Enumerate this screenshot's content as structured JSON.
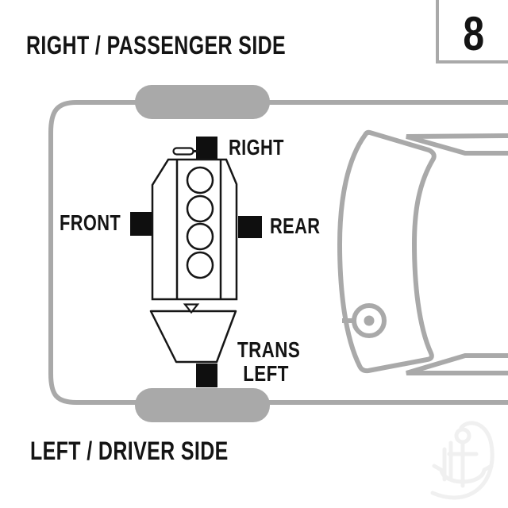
{
  "page": {
    "number": "8",
    "top_title": "RIGHT / PASSENGER SIDE",
    "bottom_title": "LEFT / DRIVER SIDE"
  },
  "diagram": {
    "type": "engine-mount-location-top-view",
    "labels": {
      "right": "RIGHT",
      "front": "FRONT",
      "rear": "REAR",
      "trans_line1": "TRANS",
      "trans_line2": "LEFT"
    },
    "mounts": [
      "right",
      "front",
      "rear",
      "trans-left"
    ],
    "engine_cylinders": 4
  },
  "icons": {
    "watermark": "anchor-logo"
  },
  "colors": {
    "car_outline_gray": "#a9a9a9",
    "diagram_ink": "#161616",
    "mount_marker": "#0f0f0f",
    "page_box_border": "#a9a9a9",
    "watermark": "#f0f0f0",
    "background": "#ffffff"
  }
}
